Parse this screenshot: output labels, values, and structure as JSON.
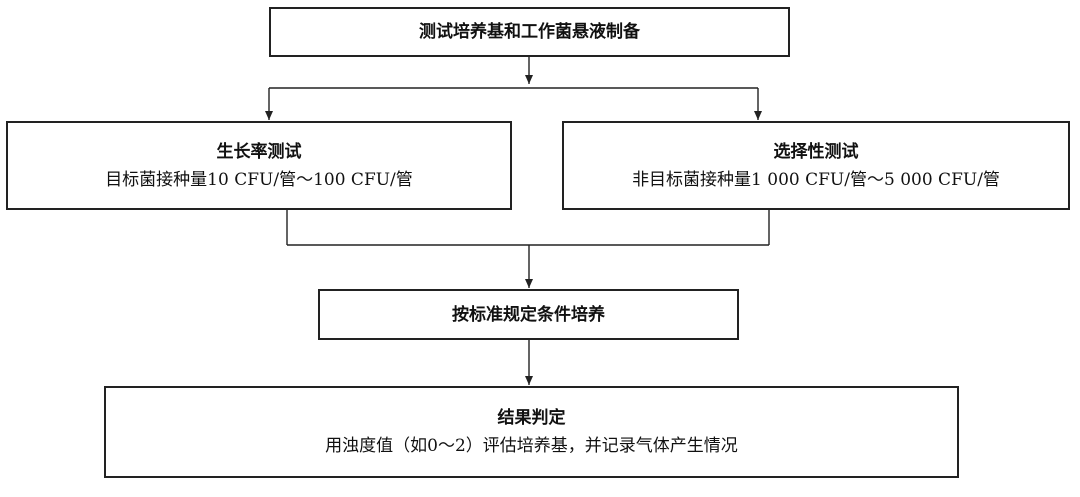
{
  "flowchart": {
    "prep": {
      "title": "测试培养基和工作菌悬液制备"
    },
    "growth_test": {
      "title": "生长率测试",
      "detail": "目标菌接种量10 CFU/管～100 CFU/管"
    },
    "selectivity_test": {
      "title": "选择性测试",
      "detail": "非目标菌接种量1 000 CFU/管～5 000 CFU/管"
    },
    "culture": {
      "title": "按标准规定条件培养"
    },
    "result": {
      "title": "结果判定",
      "detail": "用浊度值（如0～2）评估培养基，并记录气体产生情况"
    }
  }
}
